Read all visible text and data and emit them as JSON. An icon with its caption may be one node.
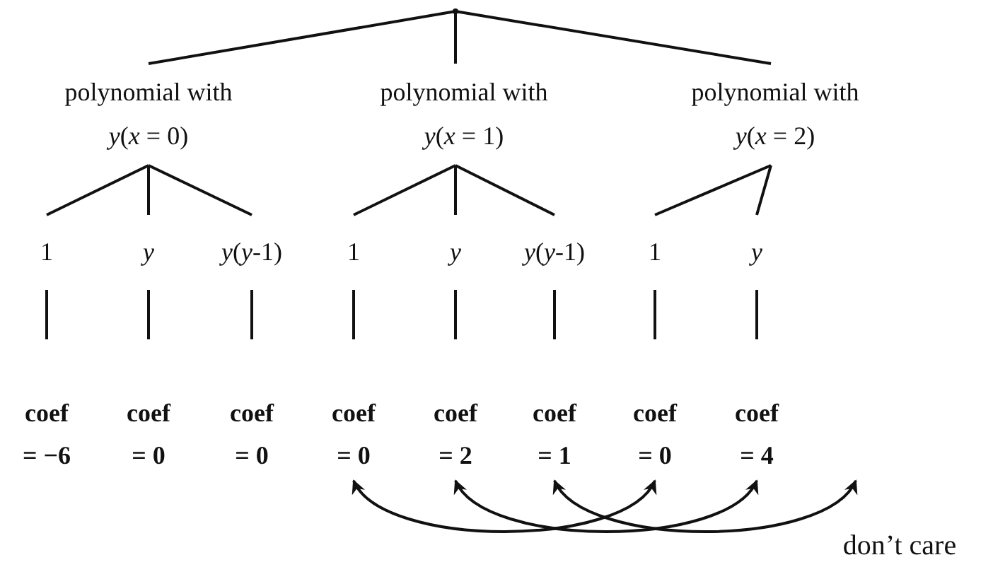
{
  "diagram": {
    "nodes": [
      {
        "text": [],
        "shape": "point"
      },
      {
        "text": [
          "polynomial with *y*(*x* = 0)"
        ]
      },
      {
        "text": [
          "polynomial with *y*(*x* = 1)"
        ]
      },
      {
        "text": [
          "polynomial with *y*(*x* = 2)"
        ]
      },
      {
        "text": [
          "1"
        ]
      },
      {
        "text": [
          "*y*"
        ]
      },
      {
        "text": [
          "*y*(*y*-1)"
        ]
      },
      {
        "text": [
          "1"
        ]
      },
      {
        "text": [
          "*y*"
        ]
      },
      {
        "text": [
          "*y*(*y*-1)"
        ]
      },
      {
        "text": [
          "1"
        ]
      },
      {
        "text": [
          "*y*"
        ]
      },
      {
        "text": [
          "coef = −6"
        ]
      },
      {
        "text": [
          "coef = 0"
        ]
      },
      {
        "text": [
          "coef = 0"
        ]
      },
      {
        "text": [
          "coef = 0"
        ]
      },
      {
        "text": [
          "coef = 2"
        ]
      },
      {
        "text": [
          "coef = 1"
        ]
      },
      {
        "text": [
          "coef = 0"
        ]
      },
      {
        "text": [
          "coef = 4"
        ]
      },
      {
        "text": [
          "don’t care"
        ]
      }
    ],
    "edges": [
      {
        "from": 0,
        "to": 1,
        "arrow": "none"
      },
      {
        "from": 0,
        "to": 2,
        "arrow": "none"
      },
      {
        "from": 0,
        "to": 3,
        "arrow": "none"
      },
      {
        "from": 1,
        "to": 4,
        "arrow": "none"
      },
      {
        "from": 1,
        "to": 5,
        "arrow": "none"
      },
      {
        "from": 1,
        "to": 6,
        "arrow": "none"
      },
      {
        "from": 2,
        "to": 7,
        "arrow": "none"
      },
      {
        "from": 2,
        "to": 8,
        "arrow": "none"
      },
      {
        "from": 2,
        "to": 9,
        "arrow": "none"
      },
      {
        "from": 3,
        "to": 10,
        "arrow": "none"
      },
      {
        "from": 3,
        "to": 11,
        "arrow": "none"
      },
      {
        "from": 4,
        "to": 12,
        "arrow": "none"
      },
      {
        "from": 5,
        "to": 13,
        "arrow": "none"
      },
      {
        "from": 6,
        "to": 14,
        "arrow": "none"
      },
      {
        "from": 7,
        "to": 15,
        "arrow": "none"
      },
      {
        "from": 8,
        "to": 16,
        "arrow": "none"
      },
      {
        "from": 9,
        "to": 17,
        "arrow": "none"
      },
      {
        "from": 10,
        "to": 18,
        "arrow": "none"
      },
      {
        "from": 11,
        "to": 19,
        "arrow": "none"
      },
      {
        "from": 15,
        "to": 18,
        "arrow": "both"
      },
      {
        "from": 16,
        "to": 19,
        "arrow": "both"
      },
      {
        "from": 17,
        "to": 20,
        "arrow": "both"
      }
    ]
  }
}
